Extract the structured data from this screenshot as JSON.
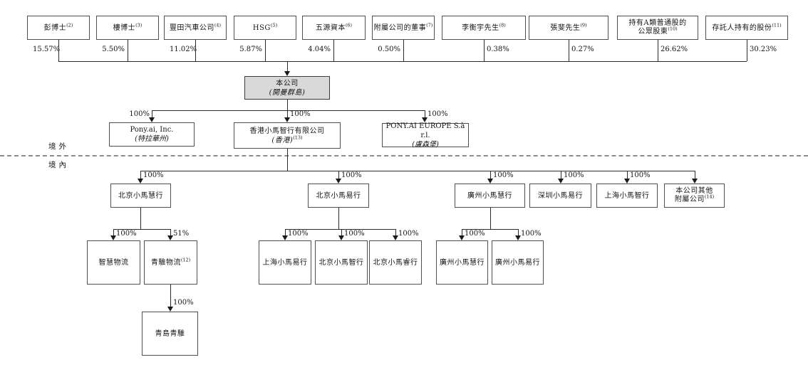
{
  "regions": {
    "offshore": "境外",
    "onshore": "境內"
  },
  "shareholders": [
    {
      "label": "彭博士",
      "note": "(2)",
      "percent": "15.57%"
    },
    {
      "label": "樓博士",
      "note": "(3)",
      "percent": "5.50%"
    },
    {
      "label": "豐田汽車公司",
      "note": "(4)",
      "percent": "11.02%"
    },
    {
      "label": "HSG",
      "note": "(5)",
      "percent": "5.87%"
    },
    {
      "label": "五源資本",
      "note": "(6)",
      "percent": "4.04%"
    },
    {
      "label": "附屬公司的董事",
      "note": "(7)",
      "percent": "0.50%"
    },
    {
      "label": "李衡宇先生",
      "note": "(8)",
      "percent": "0.38%"
    },
    {
      "label": "張斐先生",
      "note": "(9)",
      "percent": "0.27%"
    },
    {
      "label": "持有A類普通股的",
      "label2": "公眾股東",
      "note": "(10)",
      "percent": "26.62%"
    },
    {
      "label": "存託人持有的股份",
      "note": "(11)",
      "percent": "30.23%"
    }
  ],
  "company": {
    "name": "本公司",
    "place": "(開曼群島)"
  },
  "offshore_subsidiaries": [
    {
      "name": "Pony.ai, Inc.",
      "place": "(特拉華州)",
      "percent": "100%"
    },
    {
      "name": "香港小馬智行有限公司",
      "place": "(香港)",
      "note": "(13)",
      "percent": "100%"
    },
    {
      "name": "PONY.AI EUROPE S.à r.l.",
      "place": "(盧森堡)",
      "percent": "100%"
    }
  ],
  "onshore_subsidiaries": [
    {
      "name": "北京小馬慧行",
      "percent": "100%"
    },
    {
      "name": "北京小馬易行",
      "percent": "100%"
    },
    {
      "name": "廣州小馬慧行",
      "percent": "100%"
    },
    {
      "name": "深圳小馬易行",
      "percent": "100%"
    },
    {
      "name": "上海小馬智行",
      "percent": "100%"
    },
    {
      "name": "本公司其他",
      "name2": "附屬公司",
      "note": "(14)"
    }
  ],
  "sub_subsidiaries": [
    {
      "name": "智慧物流",
      "percent": "100%"
    },
    {
      "name": "青騅物流",
      "note": "(12)",
      "percent": "51%"
    },
    {
      "name": "上海小馬易行",
      "percent": "100%"
    },
    {
      "name": "北京小馬智行",
      "percent": "100%"
    },
    {
      "name": "北京小馬睿行",
      "percent": "100%"
    },
    {
      "name": "廣州小馬慧行",
      "percent": "100%"
    },
    {
      "name": "廣州小馬易行",
      "percent": "100%"
    }
  ],
  "fourth_level": [
    {
      "name": "青島青騅",
      "percent": "100%"
    }
  ]
}
